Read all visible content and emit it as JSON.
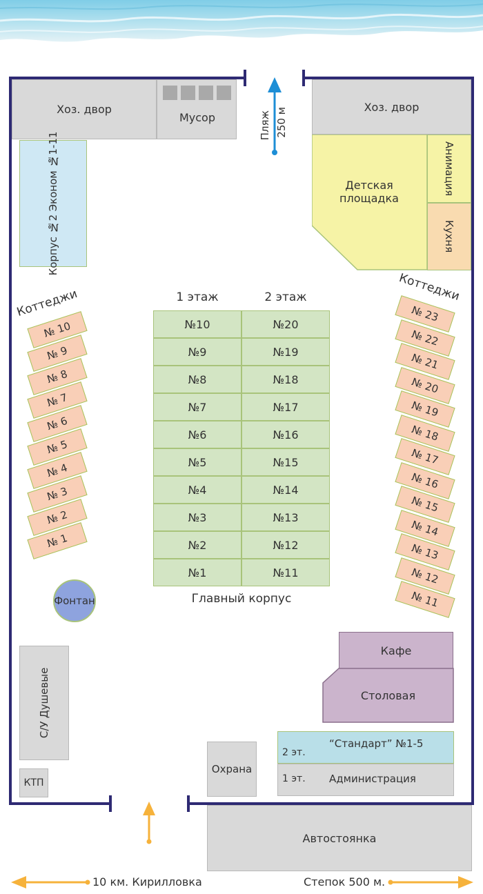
{
  "colors": {
    "fence": "#2e2a73",
    "beach_arrow": "#1d8ed6",
    "road_arrow": "#f6b23b",
    "gray_building": "#d9d9d9",
    "playground": "#f6f3a6",
    "kitchen": "#f9dbb0",
    "economy": "#cfe8f4",
    "cottage": "#f9cfb7",
    "main_building": "#d3e5c4",
    "fountain": "#8ea3de",
    "cafe": "#cbb4cc",
    "standard": "#b9dfe8"
  },
  "top_left": {
    "yard": "Хоз. двор",
    "trash": "Мусор"
  },
  "beach": {
    "label": "Пляж",
    "distance": "250 м"
  },
  "top_right": {
    "yard": "Хоз. двор",
    "playground_line1": "Детская",
    "playground_line2": "площадка",
    "animation": "Анимация",
    "kitchen": "Кухня"
  },
  "economy": {
    "line1": "Корпус №2",
    "line2": "Эконом №1-11"
  },
  "cottages_left": {
    "title": "Коттеджи",
    "items": [
      "№ 10",
      "№ 9",
      "№ 8",
      "№ 7",
      "№ 6",
      "№ 5",
      "№ 4",
      "№ 3",
      "№ 2",
      "№ 1"
    ]
  },
  "cottages_right": {
    "title": "Коттеджи",
    "items": [
      "№ 23",
      "№ 22",
      "№ 21",
      "№ 20",
      "№ 19",
      "№ 18",
      "№ 17",
      "№ 16",
      "№ 15",
      "№ 14",
      "№ 13",
      "№ 12",
      "№ 11"
    ]
  },
  "main_building": {
    "floor1_title": "1 этаж",
    "floor2_title": "2 этаж",
    "floor1": [
      "№10",
      "№9",
      "№8",
      "№7",
      "№6",
      "№5",
      "№4",
      "№3",
      "№2",
      "№1"
    ],
    "floor2": [
      "№20",
      "№19",
      "№18",
      "№17",
      "№16",
      "№15",
      "№14",
      "№13",
      "№12",
      "№11"
    ],
    "caption": "Главный корпус"
  },
  "fountain": "Фонтан",
  "cafe": "Кафе",
  "dining": "Столовая",
  "toilets": {
    "line1": "С/У",
    "line2": "Душевые"
  },
  "ktp": "КТП",
  "security": "Охрана",
  "admin": {
    "floor2": "2 эт.",
    "standard": "“Стандарт” №1-5",
    "floor1": "1 эт.",
    "administration": "Администрация"
  },
  "parking": "Автостоянка",
  "road": {
    "left": "10 км. Кирилловка",
    "right": "Степок 500 м."
  }
}
